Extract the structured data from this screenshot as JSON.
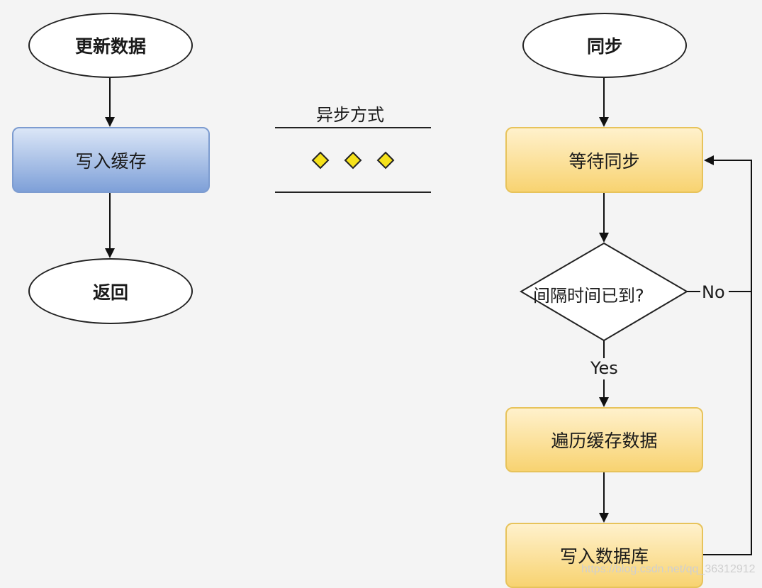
{
  "left_flow": {
    "start": "更新数据",
    "write_cache": "写入缓存",
    "return": "返回"
  },
  "legend": {
    "title": "异步方式"
  },
  "right_flow": {
    "start": "同步",
    "wait_sync": "等待同步",
    "decision": "间隔时间已到?",
    "no_label": "No",
    "yes_label": "Yes",
    "traverse_cache": "遍历缓存数据",
    "write_db": "写入数据库"
  },
  "watermark": "https://blog.csdn.net/qq_36312912",
  "colors": {
    "blue_fill": "#7ea0d8",
    "yellow_fill": "#f8d371",
    "diamond_marker": "#f5e11a"
  }
}
